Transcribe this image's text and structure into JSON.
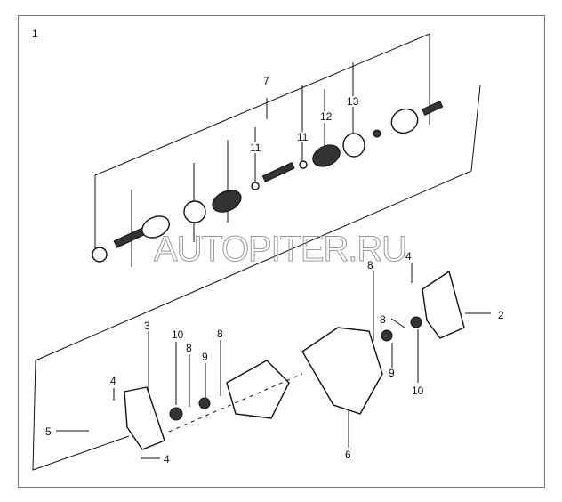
{
  "diagram": {
    "assembly_label": "1",
    "watermark": "AUTOPITER.RU",
    "callouts": {
      "c7": "7",
      "c11a": "11",
      "c11b": "11",
      "c12": "12",
      "c13": "13",
      "c4a": "4",
      "c8a": "8",
      "c2": "2",
      "c8b": "8",
      "c3": "3",
      "c10a": "10",
      "c8c": "8",
      "c9a": "9",
      "c8d": "8",
      "c9b": "9",
      "c10b": "10",
      "c4b": "4",
      "c5": "5",
      "c4c": "4",
      "c6": "6"
    }
  }
}
